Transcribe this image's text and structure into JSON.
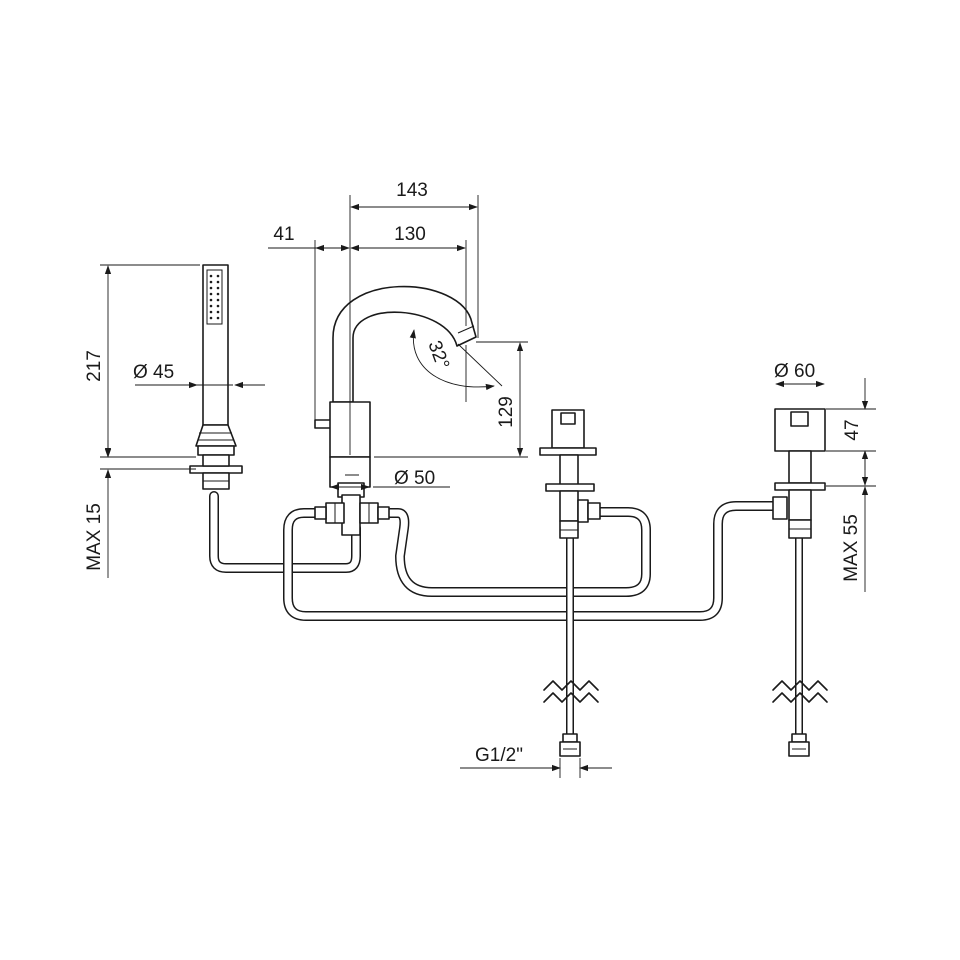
{
  "dimensions": {
    "spout_reach_overall": "143",
    "spout_reach": "130",
    "spout_offset": "41",
    "spout_angle": "32°",
    "spout_outlet_height": "129",
    "mixer_body_diameter": "Ø 50",
    "hand_shower_height": "217",
    "hand_shower_diameter": "Ø 45",
    "hand_shower_deck_thickness": "MAX 15",
    "valve_diameter": "Ø 60",
    "valve_height": "47",
    "valve_deck_thickness": "MAX 55",
    "inlet_thread": "G1/2\""
  }
}
